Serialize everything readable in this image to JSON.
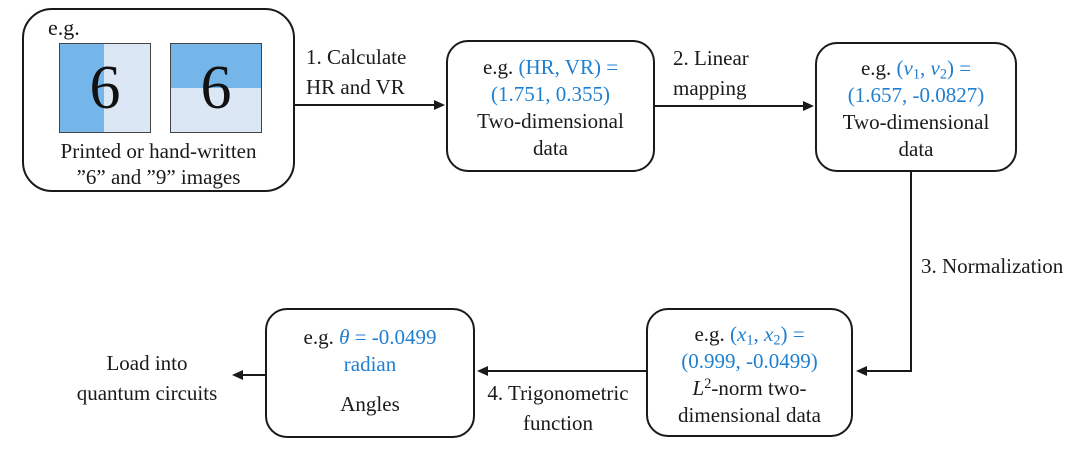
{
  "colors": {
    "accent_blue": "#1f7fd0",
    "square_blue": "#74b5ea",
    "square_light_blue": "#dce7f5",
    "line_black": "#1a1a1a"
  },
  "input_box": {
    "eg_label": "e.g.",
    "digit_left": "6",
    "digit_right": "6",
    "caption_line1": "Printed or hand-written",
    "caption_line2": "”6” and ”9” images"
  },
  "steps": {
    "step1": {
      "label_line1": "1. Calculate",
      "label_line2": "HR and VR"
    },
    "step2": {
      "label_line1": "2. Linear",
      "label_line2": "mapping"
    },
    "step3": {
      "label": "3. Normalization"
    },
    "step4": {
      "label_line1": "4. Trigonometric",
      "label_line2": "function"
    }
  },
  "node_hrvr": {
    "prefix": "e.g. ",
    "value_line1": "(HR, VR) =",
    "value_line2": "(1.751, 0.355)",
    "caption_line1": "Two-dimensional",
    "caption_line2": "data"
  },
  "node_v": {
    "prefix": "e.g. ",
    "open": "(",
    "var1": "v",
    "sub1": "1",
    "sep": ", ",
    "var2": "v",
    "sub2": "2",
    "close": ") =",
    "value_line2": "(1.657, -0.0827)",
    "caption_line1": "Two-dimensional",
    "caption_line2": "data"
  },
  "node_x": {
    "prefix": "e.g. ",
    "open": "(",
    "var1": "x",
    "sub1": "1",
    "sep": ", ",
    "var2": "x",
    "sub2": "2",
    "close": ") =",
    "value_line2": "(0.999, -0.0499)",
    "caption_l": "L",
    "caption_sup": "2",
    "caption_line1_rest": "-norm two-",
    "caption_line2": "dimensional data"
  },
  "node_theta": {
    "prefix": "e.g. ",
    "theta": "θ",
    "value_line1_rest": " = -0.0499",
    "value_line2": "radian",
    "label": "Angles"
  },
  "output_label": {
    "line1": "Load into",
    "line2": "quantum circuits"
  }
}
